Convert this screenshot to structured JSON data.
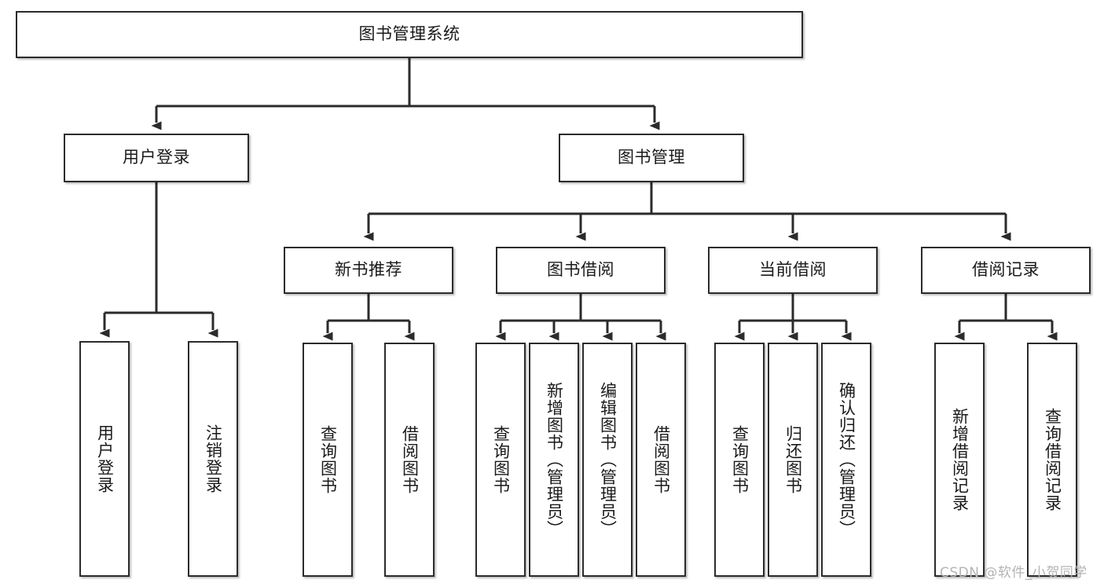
{
  "diagram": {
    "title": "图书管理系统",
    "type": "tree-hierarchy-diagram",
    "watermark": "CSDN @软件_小贺同学",
    "colors": {
      "box_border": "#2b2b2b",
      "box_fill": "#ffffff",
      "edge": "#2b2b2b",
      "text": "#1a1a1a",
      "watermark": "#b4b4b4"
    },
    "nodes": {
      "root": {
        "label": "图书管理系统",
        "orientation": "horizontal"
      },
      "user_login": {
        "label": "用户登录",
        "orientation": "horizontal"
      },
      "book_manage": {
        "label": "图书管理",
        "orientation": "horizontal"
      },
      "new_book_rec": {
        "label": "新书推荐",
        "orientation": "horizontal"
      },
      "book_borrow": {
        "label": "图书借阅",
        "orientation": "horizontal"
      },
      "current_borrow": {
        "label": "当前借阅",
        "orientation": "horizontal"
      },
      "borrow_record": {
        "label": "借阅记录",
        "orientation": "horizontal"
      },
      "leaf_user_login": {
        "label": "用户登录",
        "orientation": "vertical"
      },
      "leaf_logout": {
        "label": "注销登录",
        "orientation": "vertical"
      },
      "leaf_query_book_1": {
        "label": "查询图书",
        "orientation": "vertical"
      },
      "leaf_borrow_book_1": {
        "label": "借阅图书",
        "orientation": "vertical"
      },
      "leaf_query_book_2": {
        "label": "查询图书",
        "orientation": "vertical"
      },
      "leaf_add_book": {
        "label": "新增图书（管理员）",
        "orientation": "vertical"
      },
      "leaf_edit_book": {
        "label": "编辑图书（管理员）",
        "orientation": "vertical"
      },
      "leaf_borrow_book_2": {
        "label": "借阅图书",
        "orientation": "vertical"
      },
      "leaf_query_book_3": {
        "label": "查询图书",
        "orientation": "vertical"
      },
      "leaf_return_book": {
        "label": "归还图书",
        "orientation": "vertical"
      },
      "leaf_confirm_return": {
        "label": "确认归还（管理员）",
        "orientation": "vertical"
      },
      "leaf_add_record": {
        "label": "新增借阅记录",
        "orientation": "vertical"
      },
      "leaf_query_record": {
        "label": "查询借阅记录",
        "orientation": "vertical"
      }
    }
  }
}
